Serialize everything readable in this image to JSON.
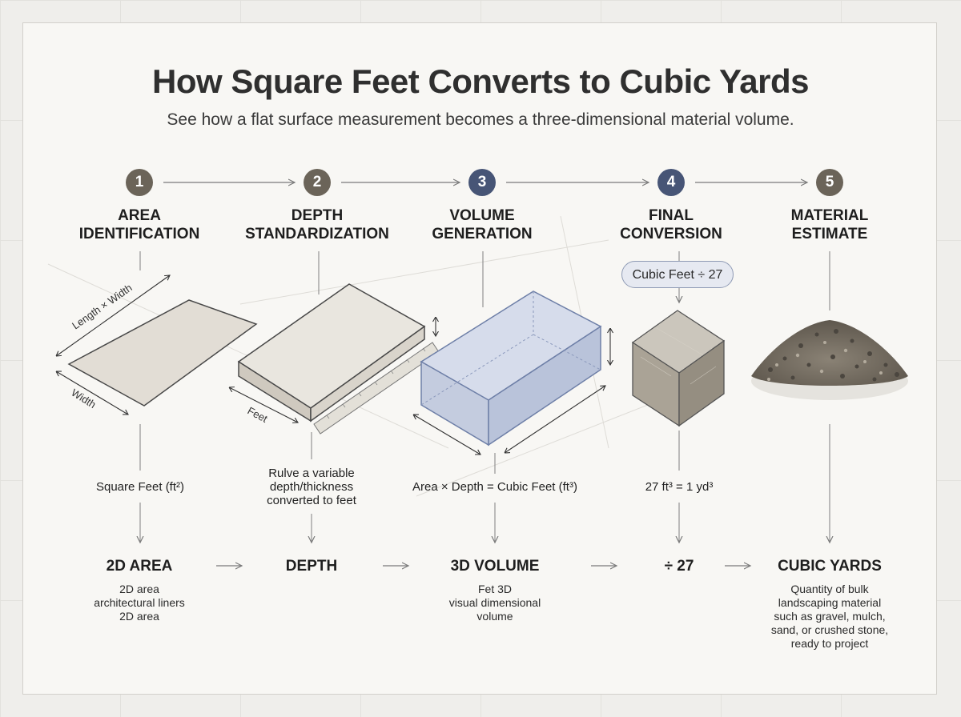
{
  "title": "How Square Feet Converts to Cubic Yards",
  "subtitle": "See how a flat surface measurement becomes a three-dimensional material volume.",
  "colors": {
    "background": "#efeeeb",
    "panel": "#f8f7f4",
    "step_brown": "#6b6459",
    "step_blue": "#475576",
    "volume_fill": "#c9d1e3",
    "volume_edge": "#6f80a8"
  },
  "steps": [
    {
      "number": "1",
      "heading_line1": "AREA",
      "heading_line2": "IDENTIFICATION",
      "icon": "flat-rectangle"
    },
    {
      "number": "2",
      "heading_line1": "DEPTH",
      "heading_line2": "STANDARDIZATION",
      "icon": "slab-with-ruler"
    },
    {
      "number": "3",
      "heading_line1": "VOLUME",
      "heading_line2": "GENERATION",
      "icon": "translucent-box"
    },
    {
      "number": "4",
      "heading_line1": "FINAL",
      "heading_line2": "CONVERSION",
      "icon": "stone-cube"
    },
    {
      "number": "5",
      "heading_line1": "MATERIAL",
      "heading_line2": "ESTIMATE",
      "icon": "gravel-pile"
    }
  ],
  "dimension_labels": {
    "length_width": "Length × Width",
    "width": "Width",
    "feet": "Feet"
  },
  "formula_pill": "Cubic Feet ÷ 27",
  "mid_labels": {
    "step1": "Square Feet (ft²)",
    "step2_line1": "Rulve a variable",
    "step2_line2": "depth/thickness",
    "step2_line3": "converted to feet",
    "step3": "Area × Depth = Cubic Feet (ft³)",
    "step4": "27 ft³ = 1 yd³"
  },
  "bottom": [
    {
      "title": "2D AREA",
      "lines": [
        "2D area",
        "architectural liners",
        "2D area"
      ]
    },
    {
      "title": "DEPTH",
      "lines": []
    },
    {
      "title": "3D VOLUME",
      "lines": [
        "Fet 3D",
        "visual dimensional",
        "volume"
      ]
    },
    {
      "title": "÷ 27",
      "lines": []
    },
    {
      "title": "CUBIC YARDS",
      "lines": [
        "Quantity of bulk",
        "landscaping material",
        "such as gravel, mulch,",
        "sand, or crushed stone,",
        "ready to project"
      ]
    }
  ]
}
